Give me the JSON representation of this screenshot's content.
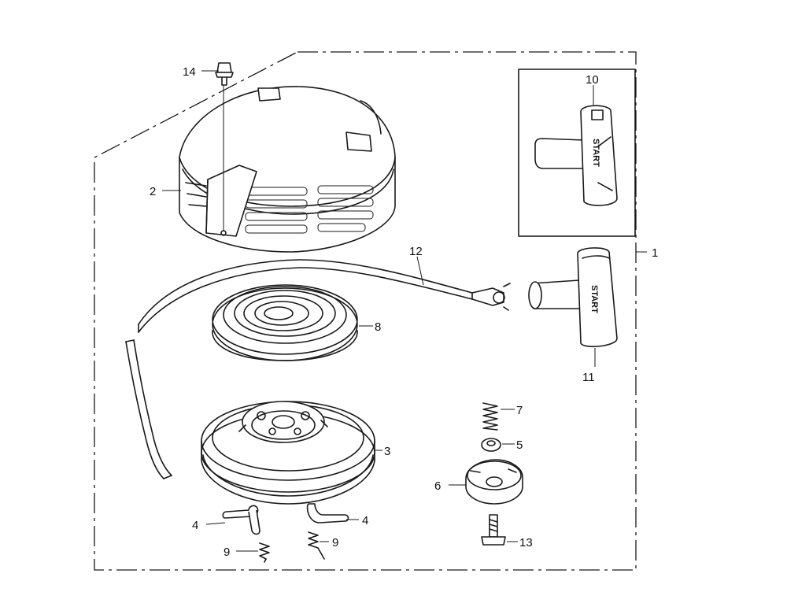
{
  "callouts": {
    "c1": "1",
    "c2": "2",
    "c3": "3",
    "c4a": "4",
    "c4b": "4",
    "c5": "5",
    "c6": "6",
    "c7": "7",
    "c8": "8",
    "c9a": "9",
    "c9b": "9",
    "c10": "10",
    "c11": "11",
    "c12": "12",
    "c13": "13",
    "c14": "14"
  },
  "handle_text": {
    "h10": "START",
    "h11": "START"
  }
}
